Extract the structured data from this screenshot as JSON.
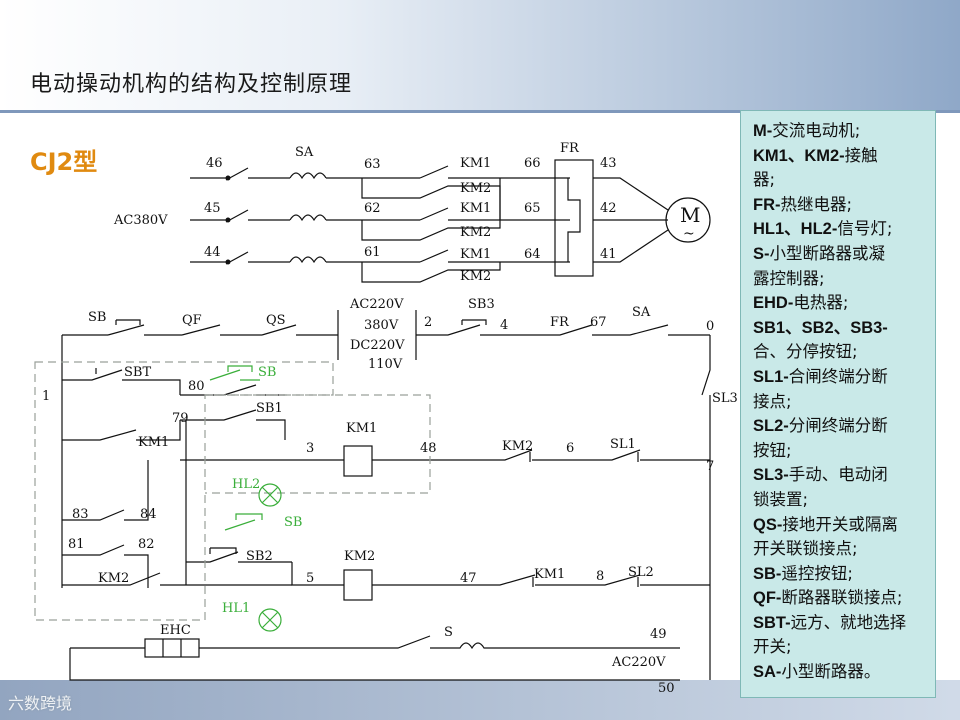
{
  "title": "电动操动机构的结构及控制原理",
  "model": "CJ2型",
  "colors": {
    "accent_orange": "#e08a10",
    "green": "#3aae3a",
    "legend_bg": "#c9e9e8",
    "header_blue": "#8fa8c8"
  },
  "diagram": {
    "power": {
      "nodes_in": [
        "46",
        "45",
        "44"
      ],
      "switch": "SA",
      "nodes_mid": [
        "63",
        "62",
        "61"
      ],
      "contacts": [
        "KM1",
        "KM2",
        "KM1",
        "KM2",
        "KM1",
        "KM2"
      ],
      "nodes_after": [
        "66",
        "65",
        "64"
      ],
      "relay": "FR",
      "nodes_out": [
        "43",
        "42",
        "41"
      ],
      "supply": "AC380V",
      "motor": "M",
      "motor_sym": "~"
    },
    "control": {
      "SB": "SB",
      "QF": "QF",
      "QS": "QS",
      "ac220": "AC220V",
      "v380": "380V",
      "dc220": "DC220V",
      "v110": "110V",
      "n2": "2",
      "SB3": "SB3",
      "n4": "4",
      "FR": "FR",
      "n67": "67",
      "SA": "SA",
      "n0": "0",
      "n1": "1",
      "SBT": "SBT",
      "n80": "80",
      "SB_green": "SB",
      "SB1": "SB1",
      "n79": "79",
      "SL3": "SL3",
      "KM1_aux": "KM1",
      "n3": "3",
      "KM1_coil": "KM1",
      "n48": "48",
      "KM2_nc": "KM2",
      "n6": "6",
      "SL1": "SL1",
      "n7": "7",
      "HL2": "HL2",
      "SB_green2": "SB",
      "n83": "83",
      "n84": "84",
      "n81": "81",
      "n82": "82",
      "KM2_aux": "KM2",
      "SB2": "SB2",
      "n5": "5",
      "KM2_coil": "KM2",
      "n47": "47",
      "KM1_nc": "KM1",
      "n8": "8",
      "SL2": "SL2",
      "HL1": "HL1",
      "EHC": "EHC",
      "S": "S",
      "n49": "49",
      "ac220_2": "AC220V",
      "n50": "50"
    }
  },
  "legend": [
    {
      "key": "M-",
      "text": "交流电动机;"
    },
    {
      "key": "KM1、KM2-",
      "text": "接触"
    },
    {
      "key": "",
      "text": "器;"
    },
    {
      "key": "FR-",
      "text": "热继电器;"
    },
    {
      "key": "HL1、HL2-",
      "text": "信号灯;"
    },
    {
      "key": "S-",
      "text": "小型断路器或凝"
    },
    {
      "key": "",
      "text": "露控制器;"
    },
    {
      "key": "EHD-",
      "text": "电热器;"
    },
    {
      "key": "SB1、SB2、SB3-",
      "text": ""
    },
    {
      "key": "",
      "text": "合、分停按钮;"
    },
    {
      "key": "SL1-",
      "text": "合闸终端分断"
    },
    {
      "key": "",
      "text": "接点;"
    },
    {
      "key": "SL2-",
      "text": "分闸终端分断"
    },
    {
      "key": "",
      "text": "按钮;"
    },
    {
      "key": "SL3-",
      "text": "手动、电动闭"
    },
    {
      "key": "",
      "text": "锁装置;"
    },
    {
      "key": "QS-",
      "text": "接地开关或隔离"
    },
    {
      "key": "",
      "text": "开关联锁接点;"
    },
    {
      "key": "SB-",
      "text": "遥控按钮;"
    },
    {
      "key": "QF-",
      "text": "断路器联锁接点;"
    },
    {
      "key": "SBT-",
      "text": "远方、就地选择"
    },
    {
      "key": "",
      "text": "开关;"
    },
    {
      "key": "SA-",
      "text": "小型断路器。"
    }
  ],
  "watermark": "六数跨境"
}
